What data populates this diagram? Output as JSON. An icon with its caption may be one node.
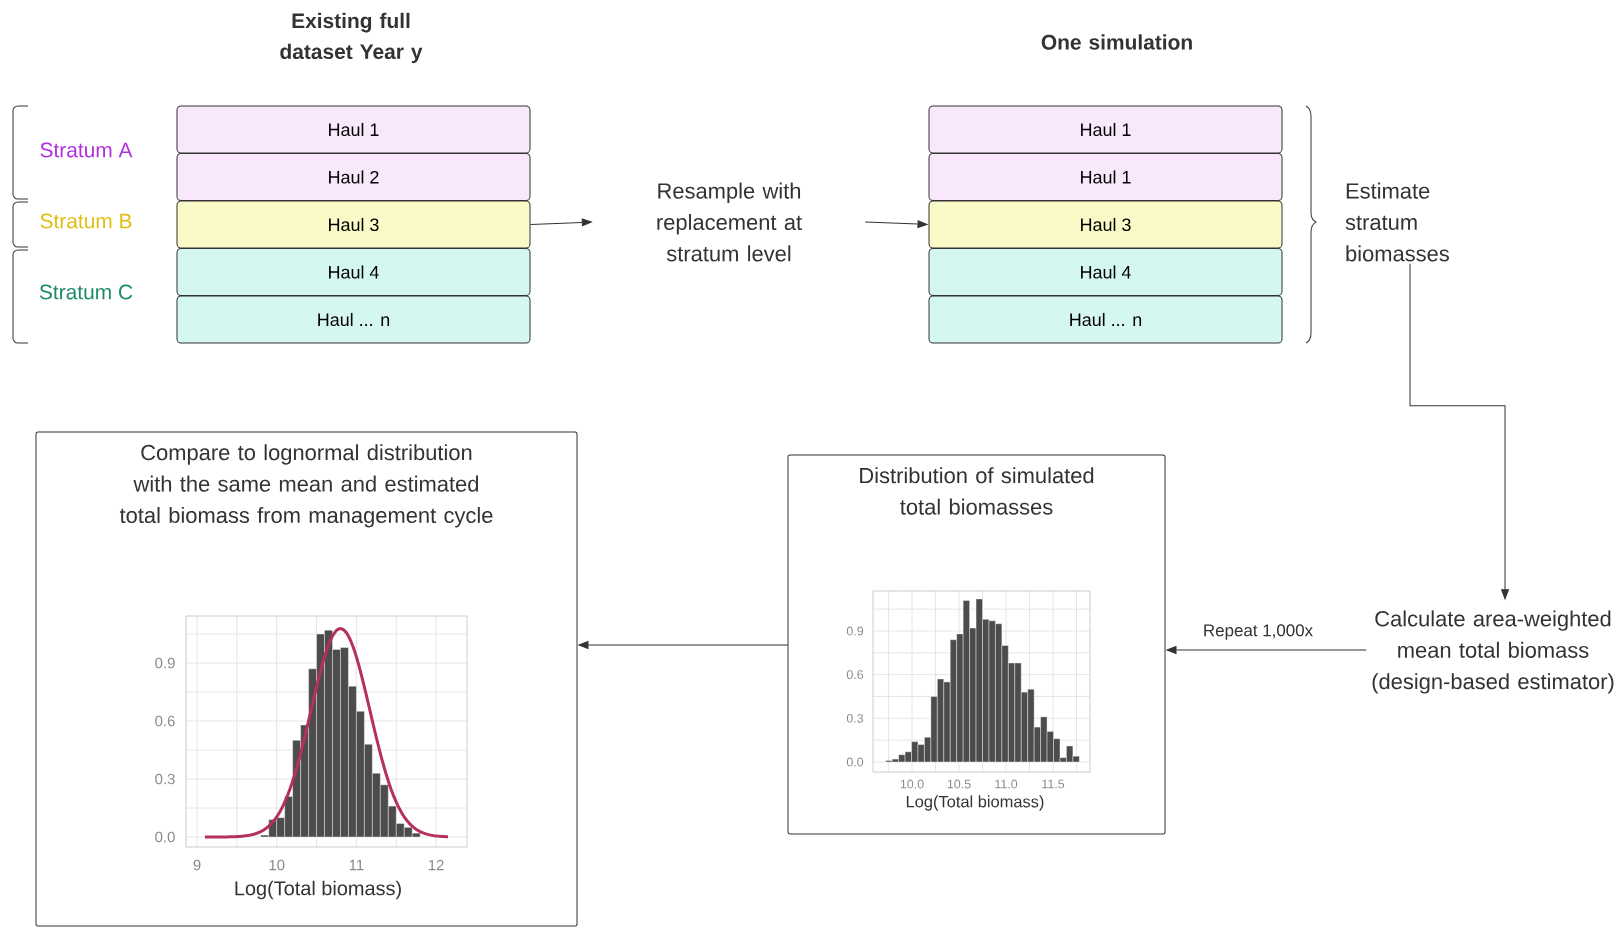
{
  "diagram": {
    "nodes": [
      {
        "text": [
          "Haul 1"
        ]
      },
      {
        "text": [
          "Haul 2"
        ]
      },
      {
        "text": [
          "Haul 3"
        ]
      },
      {
        "text": [
          "Haul 4"
        ]
      },
      {
        "text": [
          "Haul ... n"
        ]
      },
      {
        "text": [
          "Resample with replacement at stratum level"
        ]
      },
      {
        "text": [
          "Haul 1"
        ]
      },
      {
        "text": [
          "Haul 1"
        ]
      },
      {
        "text": [
          "Haul 3"
        ]
      },
      {
        "text": [
          "Haul 4"
        ]
      },
      {
        "text": [
          "Haul ... n"
        ]
      },
      {
        "text": [
          "Estimate stratum biomasses"
        ]
      },
      {
        "text": [
          "Calculate area-weighted mean total biomass (design-based estimator)"
        ]
      },
      {
        "text": [
          "Distribution of simulated total biomasses"
        ]
      },
      {
        "text": [
          "Compare to lognormal distribution with the same mean and estimated total biomass from management cycle"
        ]
      }
    ],
    "edges": [
      {
        "from": 2,
        "to": 5,
        "arrow": "to"
      },
      {
        "from": 5,
        "to": 8,
        "arrow": "to"
      },
      {
        "from": 11,
        "to": 12,
        "arrow": "to"
      },
      {
        "from": 12,
        "to": 13,
        "arrow": "to",
        "label": "Repeat 1,000x"
      },
      {
        "from": 13,
        "to": 14,
        "arrow": "to"
      }
    ],
    "labels": [
      "Existing full dataset Year y",
      "One simulation",
      "Stratum A",
      "Stratum B",
      "Stratum C",
      "0.9",
      "0.6",
      "0.3",
      "0.0",
      "9",
      "10",
      "11",
      "12",
      "Log(Total biomass)",
      "0.9",
      "0.6",
      "0.3",
      "0.0",
      "10.0",
      "10.5",
      "11.0",
      "11.5",
      "Log(Total biomass)"
    ]
  }
}
